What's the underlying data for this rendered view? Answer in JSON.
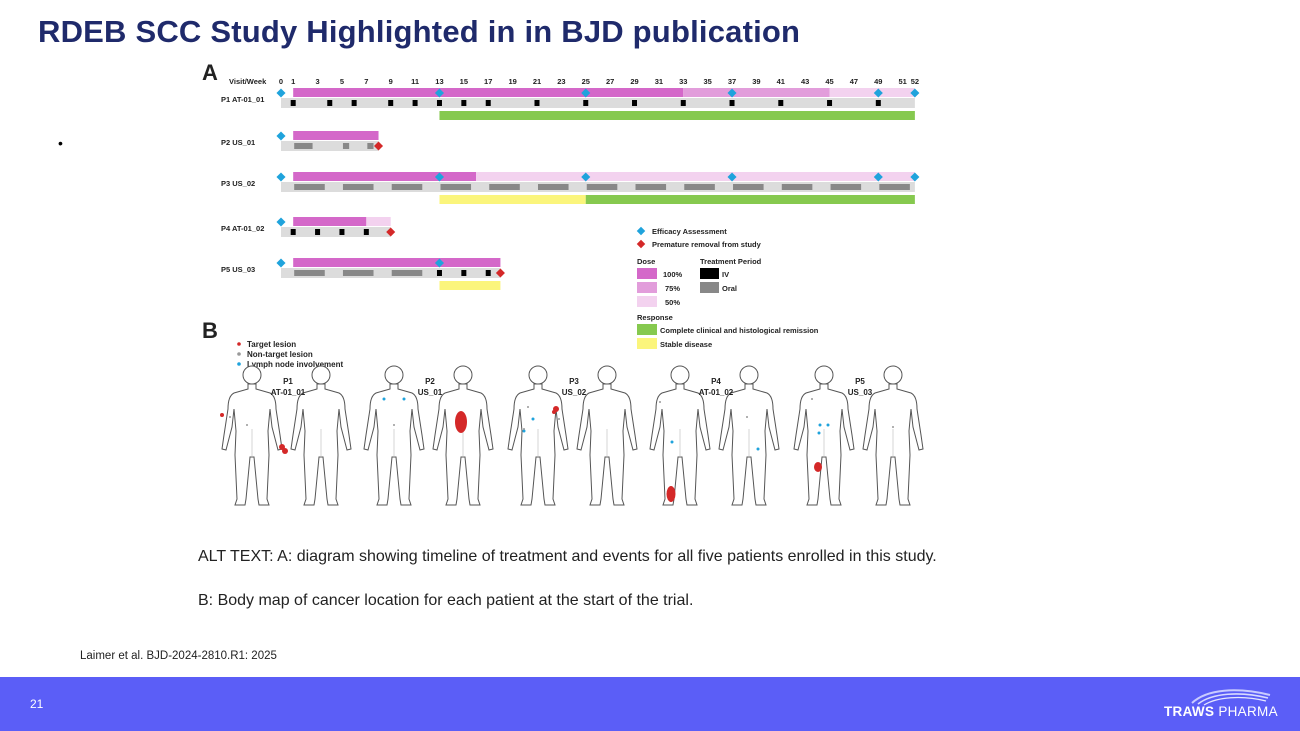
{
  "title": "RDEB SCC Study Highlighted in in BJD publication",
  "bullet": "•",
  "figure": {
    "panel_a_label": "A",
    "panel_b_label": "B",
    "visit_week_label": "Visit/Week",
    "weeks": [
      "0",
      "1",
      "3",
      "5",
      "7",
      "9",
      "11",
      "13",
      "15",
      "17",
      "19",
      "21",
      "23",
      "25",
      "27",
      "29",
      "31",
      "33",
      "35",
      "37",
      "39",
      "41",
      "43",
      "45",
      "47",
      "49",
      "51",
      "52"
    ],
    "patients": [
      {
        "label": "P1 AT-01_01"
      },
      {
        "label": "P2   US_01"
      },
      {
        "label": "P3   US_02"
      },
      {
        "label": "P4 AT-01_02"
      },
      {
        "label": "P5   US_03"
      }
    ],
    "legend": {
      "efficacy": "Efficacy Assessment",
      "premature": "Premature removal from study",
      "dose_title": "Dose",
      "dose_100": "100%",
      "dose_75": "75%",
      "dose_50": "50%",
      "treatment_title": "Treatment Period",
      "iv": "IV",
      "oral": "Oral",
      "response_title": "Response",
      "complete": "Complete clinical and histological remission",
      "stable": "Stable disease"
    },
    "body_legend": {
      "target": "Target lesion",
      "nontarget": "Non-target lesion",
      "lymph": "Lymph node involvement"
    },
    "body_patients": [
      {
        "p": "P1",
        "id": "AT-01_01"
      },
      {
        "p": "P2",
        "id": "US_01"
      },
      {
        "p": "P3",
        "id": "US_02"
      },
      {
        "p": "P4",
        "id": "AT-01_02"
      },
      {
        "p": "P5",
        "id": "US_03"
      }
    ],
    "colors": {
      "dose_100": "#d468c9",
      "dose_75": "#e29ddb",
      "dose_50": "#f3d2ef",
      "complete": "#86c94f",
      "stable": "#fbf57c",
      "efficacy": "#1fa3dc",
      "premature": "#d42828"
    }
  },
  "alt_text_1": "ALT TEXT: A: diagram showing timeline of treatment and events for all five patients enrolled in this study.",
  "alt_text_2": "B: Body map of cancer location for each patient at the start of the trial.",
  "citation": "Laimer et al. BJD-2024-2810.R1: 2025",
  "footer": {
    "page_number": "21",
    "brand_1": "TRAWS",
    "brand_2": "PHARMA"
  }
}
